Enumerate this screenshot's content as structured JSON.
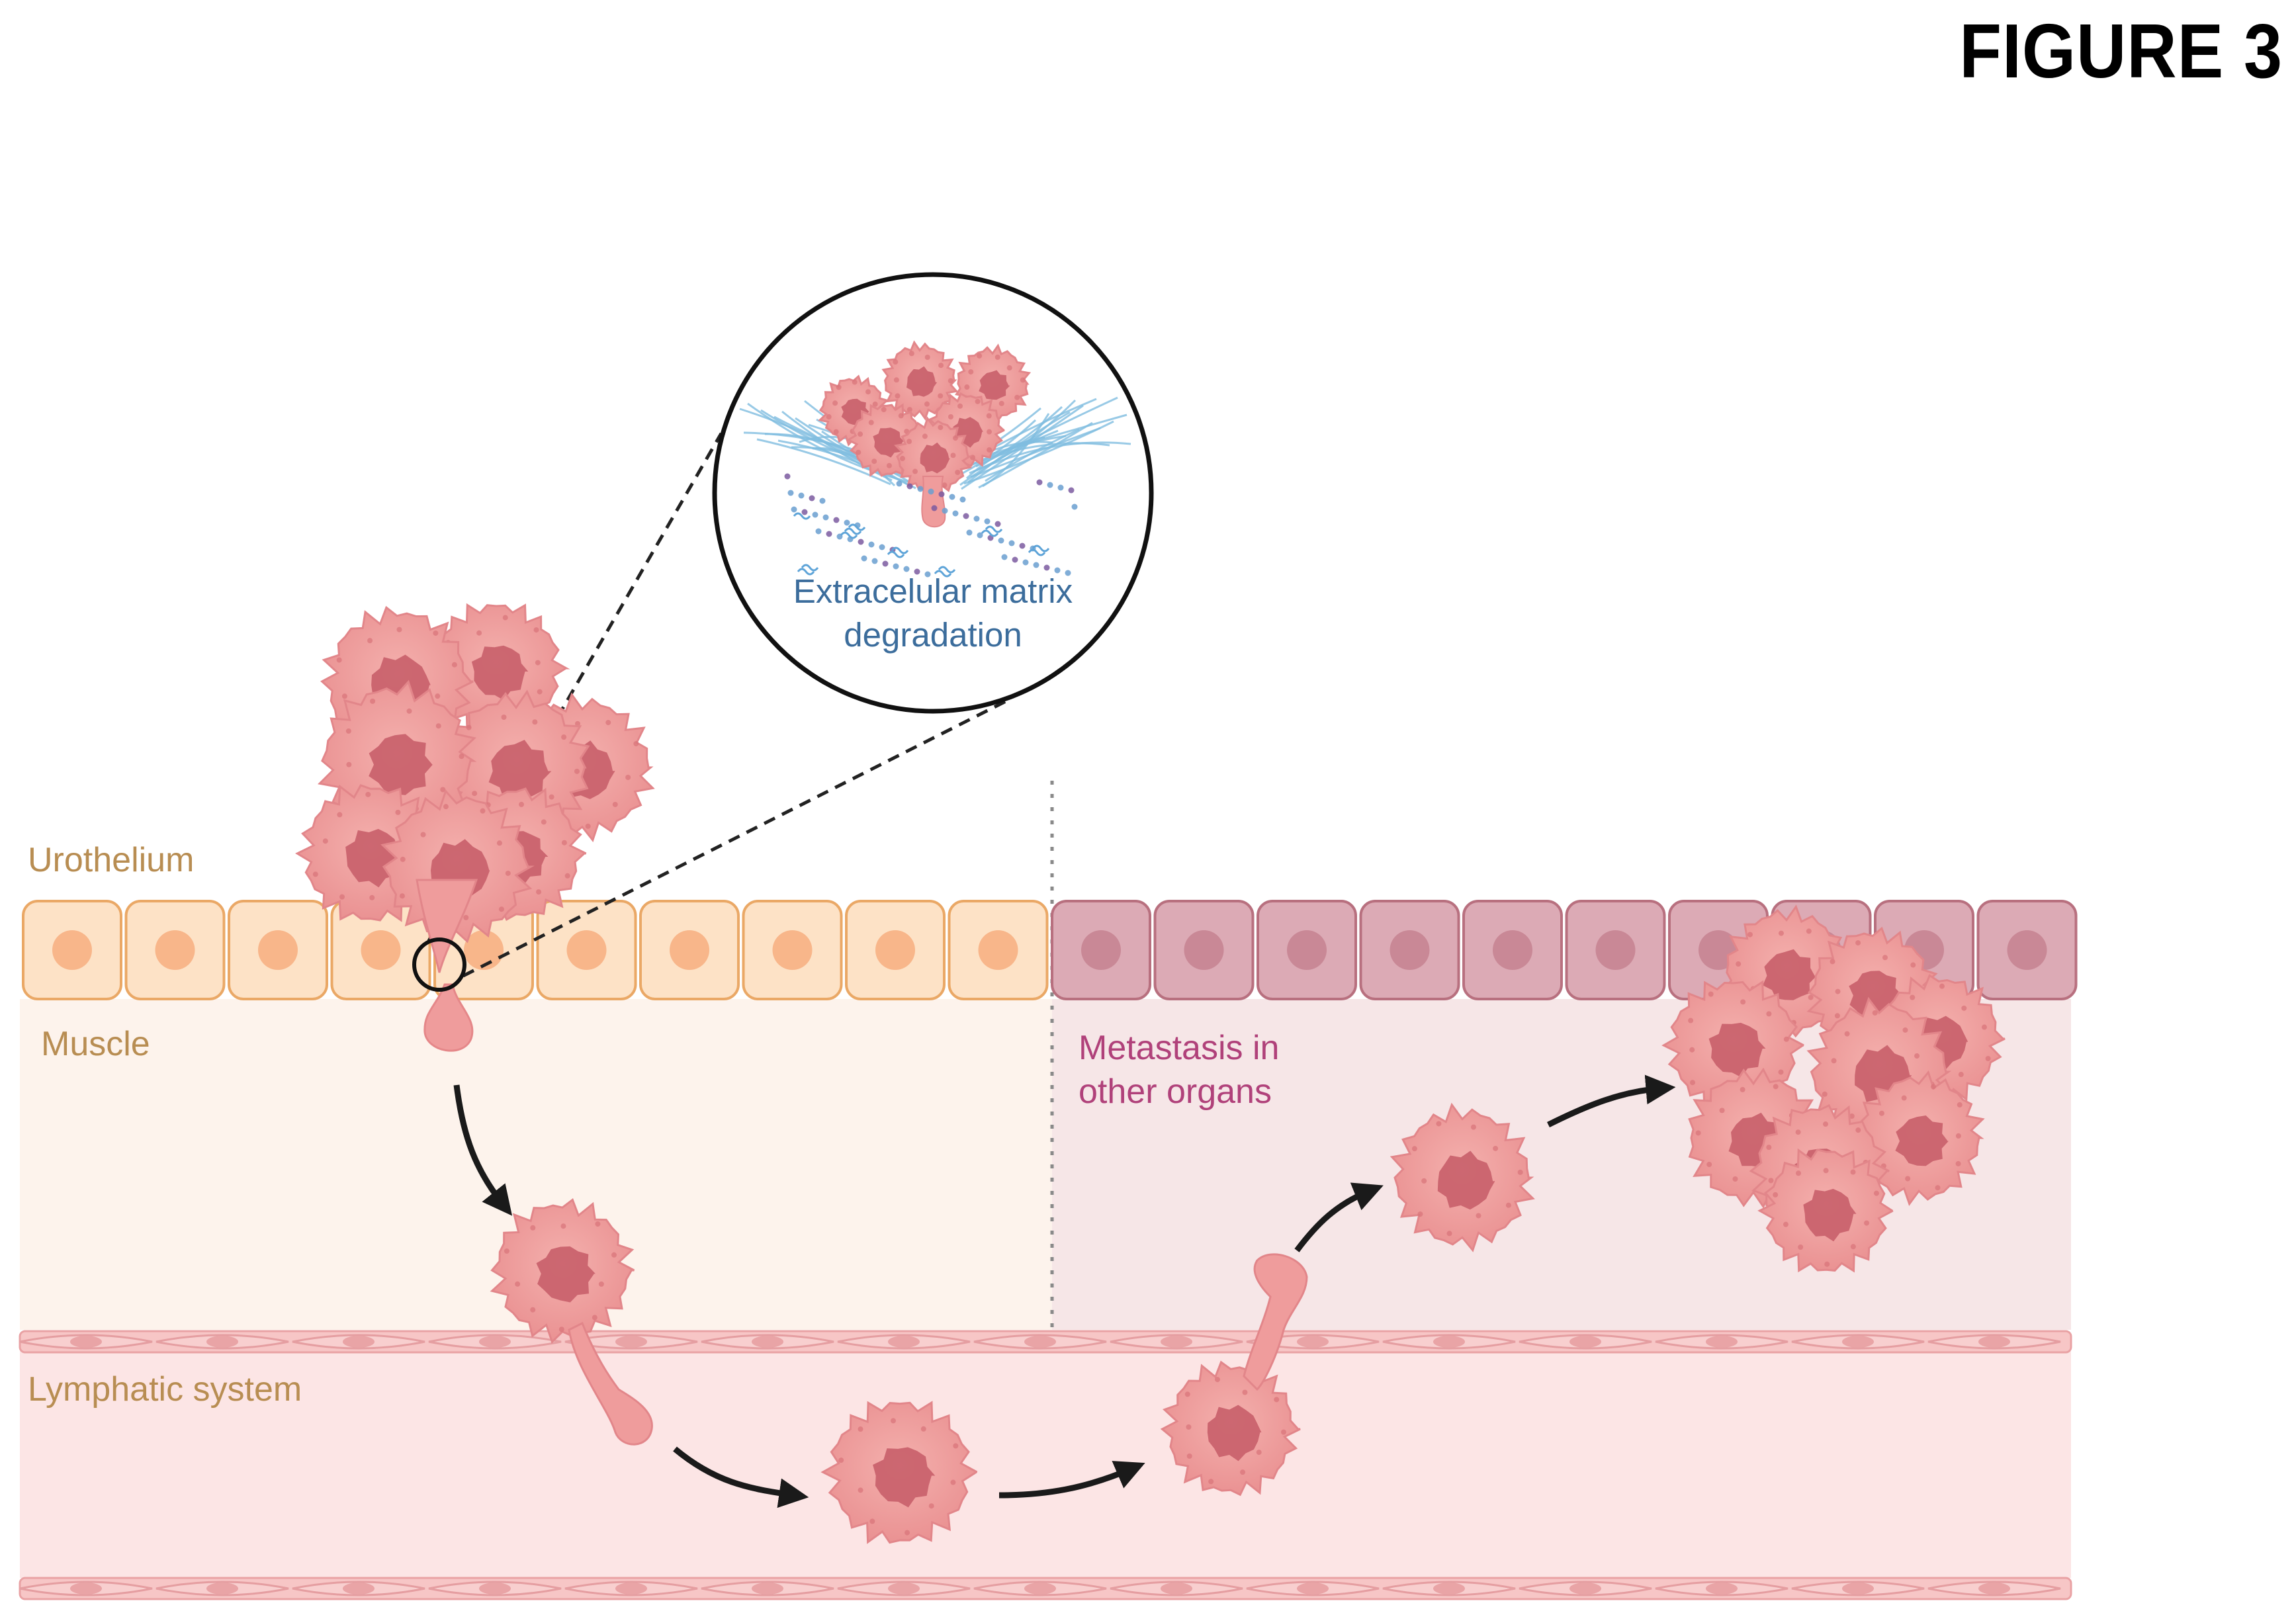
{
  "figure": {
    "title": "FIGURE 3"
  },
  "labels": {
    "urothelium": "Urothelium",
    "muscle": "Muscle",
    "lymphatic": "Lymphatic system",
    "metastasis_line1": "Metastasis in",
    "metastasis_line2": "other organs",
    "ecm_line1": "Extracelular matrix",
    "ecm_line2": "degradation"
  },
  "colors": {
    "urothelium_cell": "#fde2c6",
    "urothelium_nucleus": "#f8b68a",
    "urothelium_border": "#eaa866",
    "organ_cell": "#dcaab5",
    "organ_nucleus": "#c98896",
    "organ_border": "#b8707f",
    "muscle_region": "#fdf3ec",
    "organ_region": "#f6e6e7",
    "lymph_region": "#fce5e5",
    "tumor_cell": "#ee9a9a",
    "tumor_nucleus": "#c9616b",
    "ecm_fiber": "#7fbde0",
    "label_tan": "#b88d52",
    "label_meta": "#b0417a",
    "label_ecm": "#3c6d9c"
  }
}
